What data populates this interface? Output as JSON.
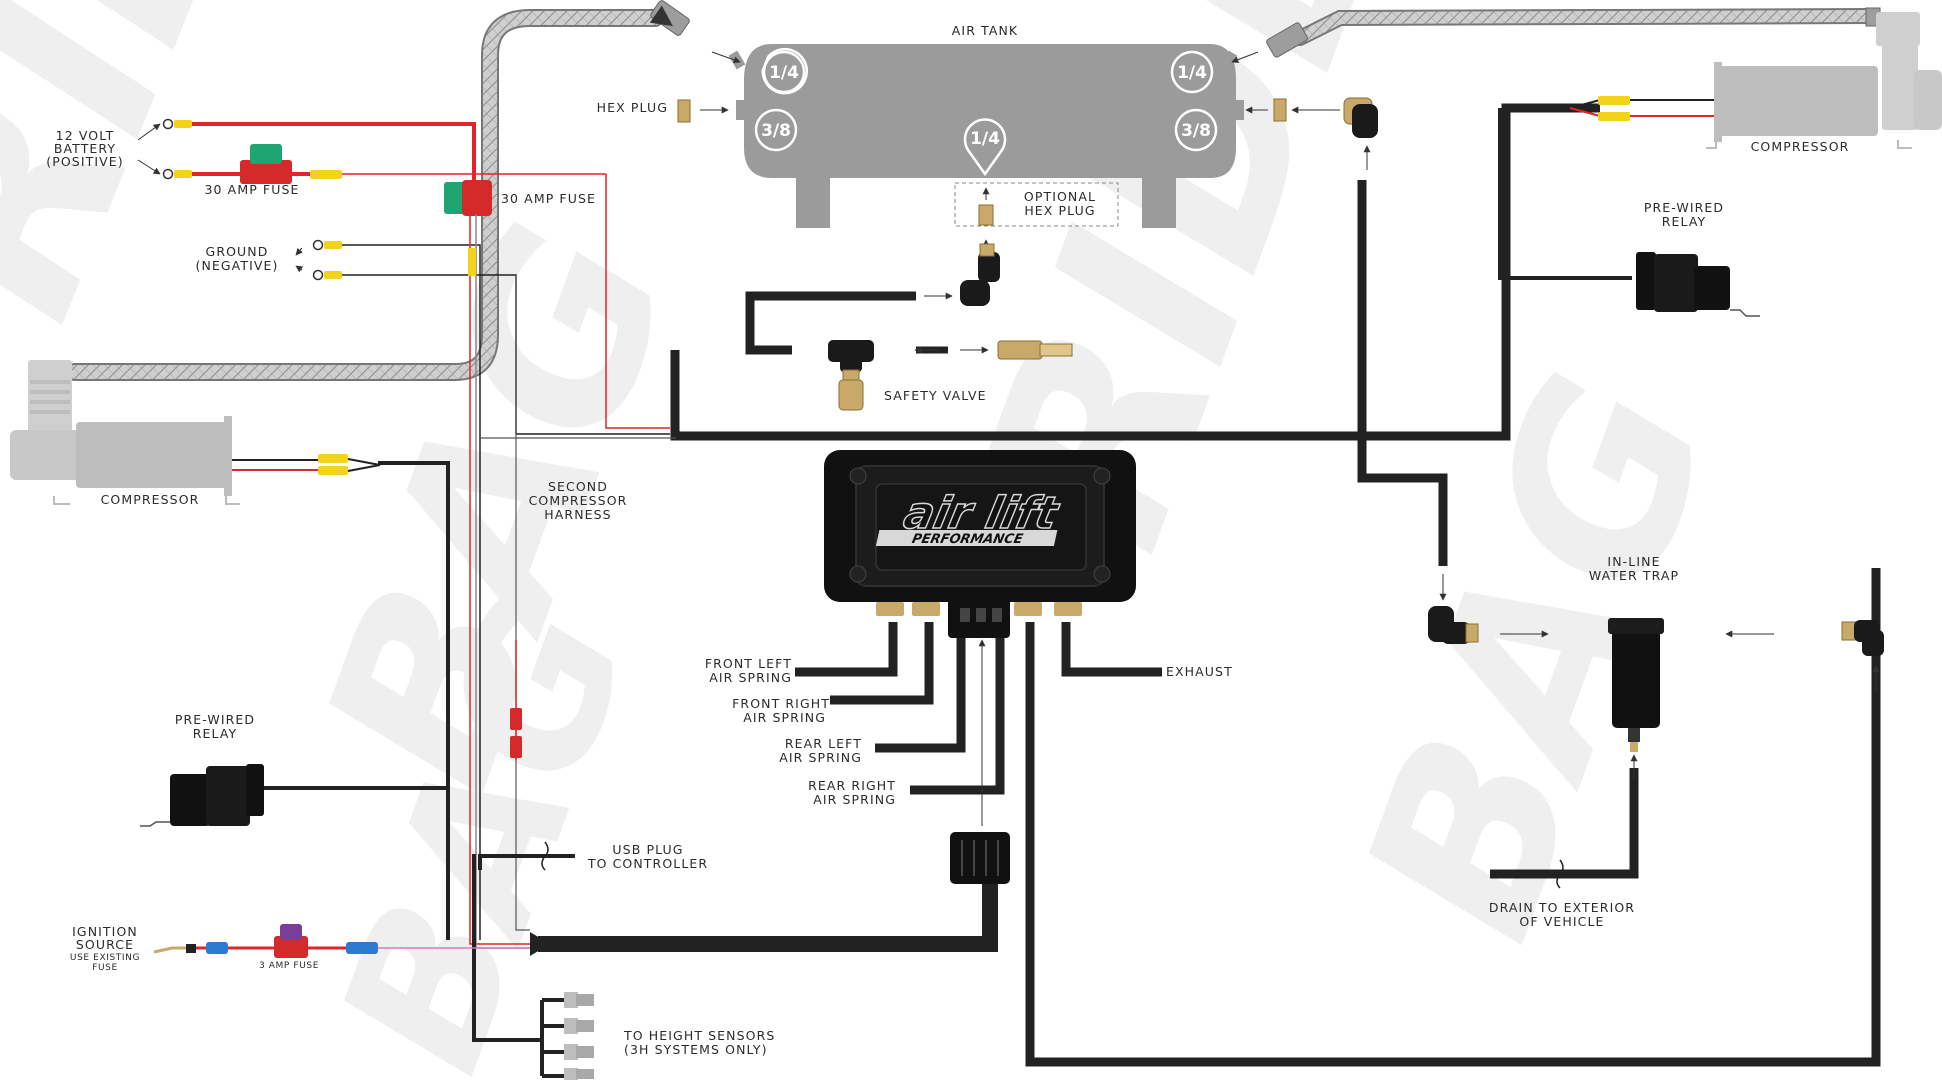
{
  "watermark": {
    "word1": "RIDERS",
    "word2": "BAG"
  },
  "tank": {
    "title": "AIR TANK",
    "ports": [
      "1/4",
      "1/4",
      "3/8",
      "3/8",
      "1/4"
    ]
  },
  "labels": {
    "hex_plug": "HEX PLUG",
    "optional_hex_plug": [
      "OPTIONAL",
      "HEX PLUG"
    ],
    "battery": [
      "12 VOLT",
      "BATTERY",
      "(POSITIVE)"
    ],
    "fuse_30a_left": "30 AMP FUSE",
    "fuse_30a_right": "30 AMP FUSE",
    "ground": [
      "GROUND",
      "(NEGATIVE)"
    ],
    "compressor_left": "COMPRESSOR",
    "compressor_right": "COMPRESSOR",
    "relay_right": [
      "PRE-WIRED",
      "RELAY"
    ],
    "relay_left": [
      "PRE-WIRED",
      "RELAY"
    ],
    "safety_valve": "SAFETY VALVE",
    "second_harness": [
      "SECOND",
      "COMPRESSOR",
      "HARNESS"
    ],
    "front_left": [
      "FRONT LEFT",
      "AIR SPRING"
    ],
    "front_right": [
      "FRONT RIGHT",
      "AIR SPRING"
    ],
    "rear_left": [
      "REAR LEFT",
      "AIR SPRING"
    ],
    "rear_right": [
      "REAR RIGHT",
      "AIR SPRING"
    ],
    "exhaust": "EXHAUST",
    "water_trap": [
      "IN-LINE",
      "WATER TRAP"
    ],
    "drain": [
      "DRAIN TO EXTERIOR",
      "OF VEHICLE"
    ],
    "usb": [
      "USB PLUG",
      "TO CONTROLLER"
    ],
    "ignition": [
      "IGNITION",
      "SOURCE",
      "USE EXISTING",
      "FUSE"
    ],
    "fuse_3a": "3 AMP FUSE",
    "height_sensors": [
      "TO HEIGHT SENSORS",
      "(3H SYSTEMS ONLY)"
    ]
  },
  "controller": {
    "logo_main": "air lift",
    "logo_sub": "PERFORMANCE"
  },
  "colors": {
    "wire_power": "#e2242b",
    "wire_ground": "#222222",
    "connector": "#f2d21b",
    "air_line": "#222222",
    "tank": "#9b9b9b",
    "fuse_green": "#1fa572",
    "fuse_purple": "#7a3e99",
    "fitting_brass": "#c8a96a"
  }
}
